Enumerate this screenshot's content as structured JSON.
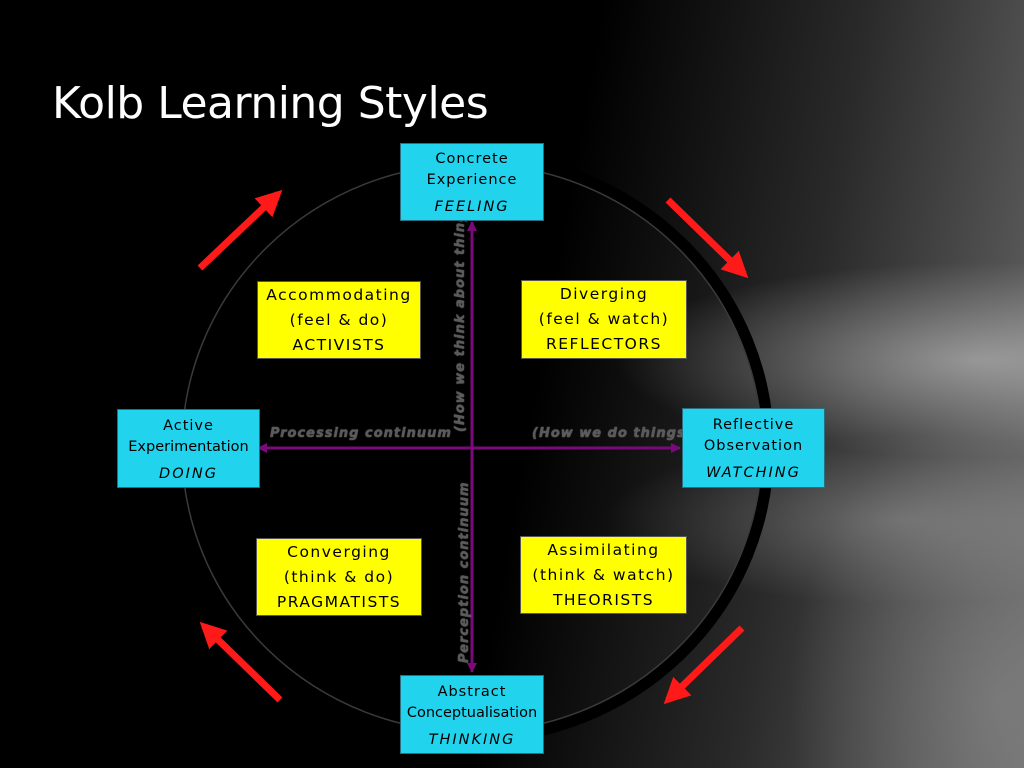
{
  "title": "Kolb Learning Styles",
  "nodes": {
    "top": {
      "line1": "Concrete",
      "line2": "Experience",
      "verb": "FEELING"
    },
    "left": {
      "line1": "Active",
      "line2": "Experimentation",
      "verb": "DOING"
    },
    "right": {
      "line1": "Reflective",
      "line2": "Observation",
      "verb": "WATCHING"
    },
    "bottom": {
      "line1": "Abstract",
      "line2": "Conceptualisation",
      "verb": "THINKING"
    }
  },
  "quadrants": {
    "top_left": {
      "line1": "Accommodating",
      "line2": "(feel & do)",
      "line3": "ACTIVISTS"
    },
    "top_right": {
      "line1": "Diverging",
      "line2": "(feel & watch)",
      "line3": "REFLECTORS"
    },
    "bottom_left": {
      "line1": "Converging",
      "line2": "(think & do)",
      "line3": "PRAGMATISTS"
    },
    "bottom_right": {
      "line1": "Assimilating",
      "line2": "(think & watch)",
      "line3": "THEORISTS"
    }
  },
  "axis_labels": {
    "processing": "Processing continuum",
    "how_we_do": "(How we do things)",
    "perception": "Perception continuum",
    "how_we_think": "(How we think about things)"
  },
  "colors": {
    "node": "#22d3ee",
    "quadrant": "#ffff00",
    "axis": "#7a0a7a",
    "cycle_arrow": "#ff1a1a",
    "circle": "#000000"
  }
}
